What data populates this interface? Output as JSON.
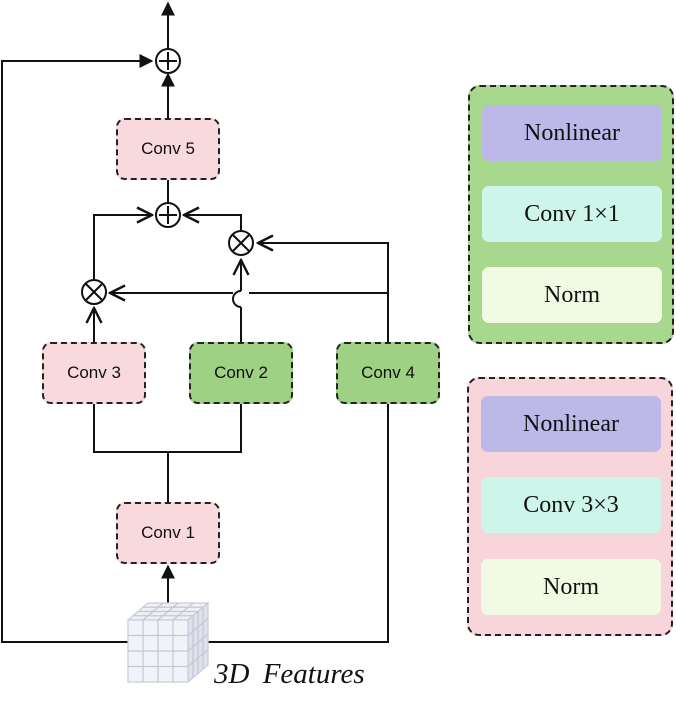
{
  "nodes": {
    "conv1": "Conv 1",
    "conv2": "Conv 2",
    "conv3": "Conv 3",
    "conv4": "Conv 4",
    "conv5": "Conv 5"
  },
  "input_label": "3D Features",
  "legend_green": {
    "items": [
      "Nonlinear",
      "Conv 1×1",
      "Norm"
    ]
  },
  "legend_pink": {
    "items": [
      "Nonlinear",
      "Conv 3×3",
      "Norm"
    ]
  },
  "colors": {
    "pink_block": "#f8d9de",
    "green_block": "#9ed184",
    "nonlinear": "#bcb8e8",
    "conv": "#cdf5ea",
    "norm": "#f1fbe4"
  }
}
